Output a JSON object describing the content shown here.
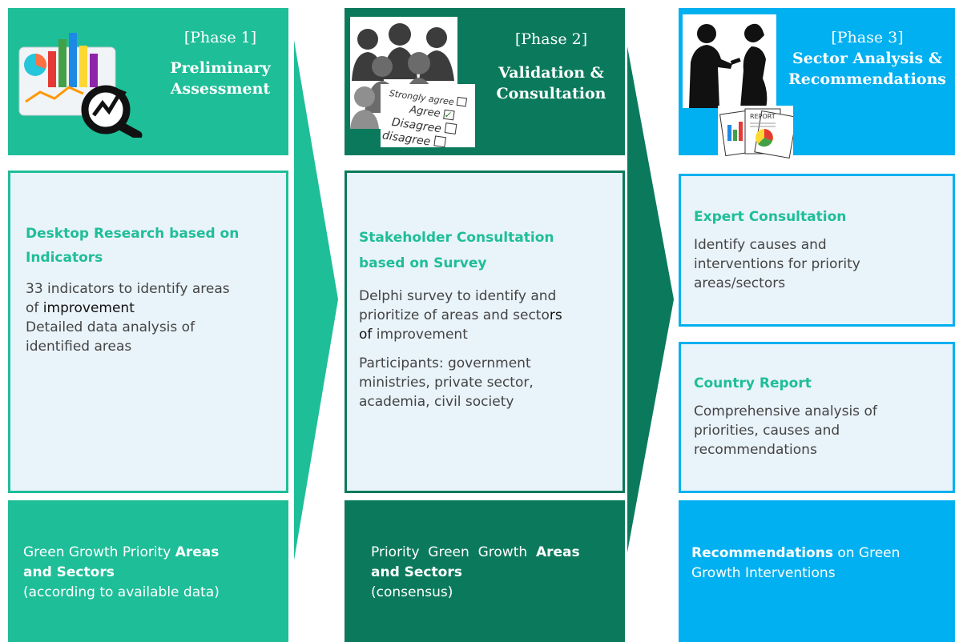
{
  "colors": {
    "phase1": "#1ebe98",
    "phase2": "#0b7a5c",
    "phase3": "#00b0f0",
    "panel_bg": "#e9f3fa",
    "text_gray": "#444444"
  },
  "phase1": {
    "tag": "[Phase 1]",
    "name_line1": "Preliminary",
    "name_line2": "Assessment",
    "illustration": "chart-magnifier-icon",
    "card_heading_line1": "Desktop Research based on",
    "card_heading_line2": "Indicators",
    "text_lines": [
      "33 indicators to identify areas",
      "of ",
      "improvement",
      "Detailed data analysis of",
      "identified areas"
    ],
    "output_line1": "Green Growth Priority ",
    "output_bold1": "Areas",
    "output_bold2": "and Sectors",
    "output_line3": "(according to available data)"
  },
  "phase2": {
    "tag": "[Phase 2]",
    "name_line1": "Validation &",
    "name_line2": "Consultation",
    "illustration": "survey-crowd-icon",
    "survey_rows": [
      "Strongly agree",
      "Agree",
      "Disagree",
      "ly disagree"
    ],
    "card_heading_line1": "Stakeholder Consultation",
    "card_heading_line2": "based on Survey",
    "text_lines": [
      "Delphi survey to identify and",
      "prioritize of areas and secto",
      "rs",
      "of",
      " improvement"
    ],
    "participants_lines": [
      "Participants: government",
      "ministries, private sector,",
      "academia, civil society"
    ],
    "output_line1": "Priority  Green  Growth  ",
    "output_bold1": "Areas",
    "output_bold2": "and Sectors",
    "output_line3": "(consensus)"
  },
  "phase3": {
    "tag": "[Phase 3]",
    "name_line1": "Sector Analysis &",
    "name_line2": "Recommendations",
    "illustration": "interview-report-icon",
    "report_label": "REPORT",
    "card1_heading": "Expert Consultation",
    "card1_lines": [
      "Identify causes and",
      "interventions for priority",
      "areas/sectors"
    ],
    "card2_heading": "Country Report",
    "card2_lines": [
      "Comprehensive analysis of",
      "priorities, causes and",
      "recommendations"
    ],
    "output_bold": "Recommendations",
    "output_line1_rest": " on Green",
    "output_line2": "Growth Interventions"
  }
}
